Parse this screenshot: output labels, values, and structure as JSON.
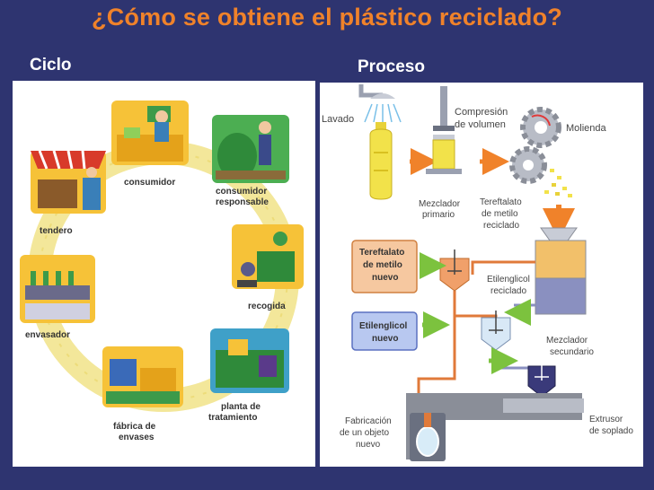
{
  "slide": {
    "title": "¿Cómo se obtiene el plástico reciclado?",
    "left_header": "Ciclo",
    "right_header": "Proceso"
  },
  "colors": {
    "background": "#2e3470",
    "title": "#f0822a",
    "arrow_orange": "#f0822a",
    "arrow_green": "#7cc23e",
    "ring": "#f3e79a"
  },
  "cycle": {
    "consumidor": "consumidor",
    "consumidor_responsable_1": "consumidor",
    "consumidor_responsable_2": "responsable",
    "recogida": "recogida",
    "planta_1": "planta de",
    "planta_2": "tratamiento",
    "fabrica_1": "fábrica de",
    "fabrica_2": "envases",
    "envasador": "envasador",
    "tendero": "tendero"
  },
  "process": {
    "lavado": "Lavado",
    "compresion_1": "Compresión",
    "compresion_2": "de volumen",
    "molienda": "Molienda",
    "mezclador_primario_1": "Mezclador",
    "mezclador_primario_2": "primario",
    "tereftalato_reciclado_1": "Tereftalato",
    "tereftalato_reciclado_2": "de metilo",
    "tereftalato_reciclado_3": "reciclado",
    "tereftalato_nuevo_1": "Tereftalato",
    "tereftalato_nuevo_2": "de metilo",
    "tereftalato_nuevo_3": "nuevo",
    "etilenglicol_reciclado_1": "Etilenglicol",
    "etilenglicol_reciclado_2": "reciclado",
    "etilenglicol_nuevo_1": "Etilenglicol",
    "etilenglicol_nuevo_2": "nuevo",
    "mezclador_secundario_1": "Mezclador",
    "mezclador_secundario_2": "secundario",
    "fabricacion_1": "Fabricación",
    "fabricacion_2": "de un objeto",
    "fabricacion_3": "nuevo",
    "extrusor_1": "Extrusor",
    "extrusor_2": "de soplado"
  }
}
